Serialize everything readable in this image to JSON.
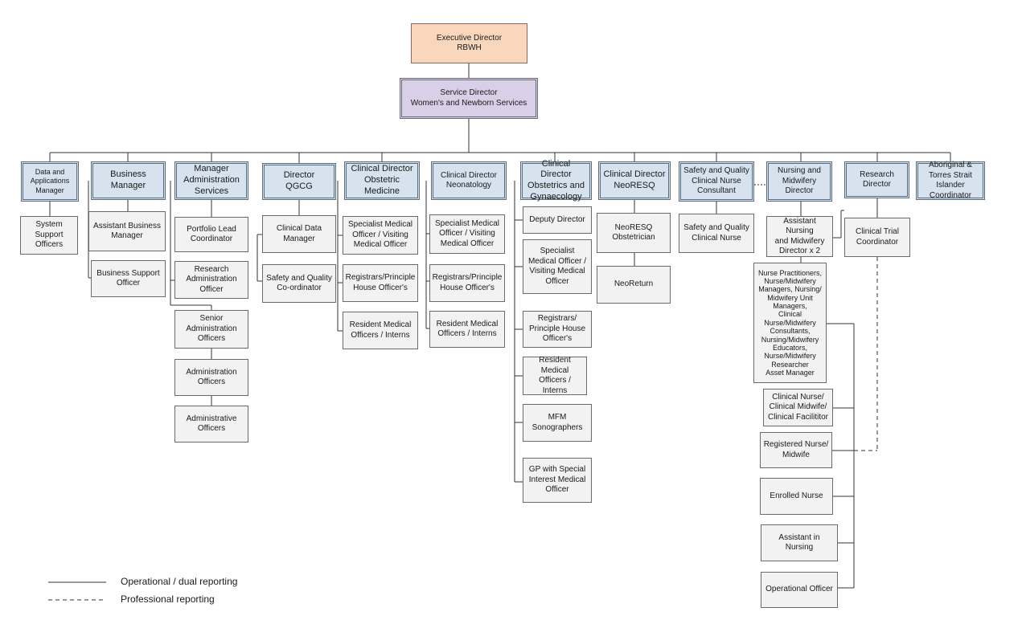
{
  "exec": "Executive Director\nRBWH",
  "service": "Service Director\nWomen's and Newborn Services",
  "heads": [
    "Data and\nApplications\nManager",
    "Business Manager",
    "Manager\nAdministration\nServices",
    "Director\nQGCG",
    "Clinical Director\nObstetric\nMedicine",
    "Clinical Director\nNeonatology",
    "Clinical Director\nObstetrics and\nGynaecology",
    "Clinical Director\nNeoRESQ",
    "Safety and Quality\nClinical Nurse\nConsultant",
    "Nursing and\nMidwifery\nDirector",
    "Research\nDirector",
    "Aboriginal &\nTorres Strait\nIslander\nCoordinator"
  ],
  "subs": {
    "data_apps": [
      "System\nSupport\nOfficers"
    ],
    "business": [
      "Assistant Business\nManager",
      "Business Support\nOfficer"
    ],
    "admin": [
      "Portfolio Lead\nCoordinator",
      "Research\nAdministration\nOfficer",
      "Senior\nAdministration\nOfficers",
      "Administration\nOfficers",
      "Administrative\nOfficers"
    ],
    "qgcg": [
      "Clinical Data\nManager",
      "Safety and Quality\nCo-ordinator"
    ],
    "obs_med": [
      "Specialist Medical\nOfficer / Visiting\nMedical Officer",
      "Registrars/Principle\nHouse Officer's",
      "Resident Medical\nOfficers / Interns"
    ],
    "neonat": [
      "Specialist Medical\nOfficer / Visiting\nMedical Officer",
      "Registrars/Principle\nHouse Officer's",
      "Resident Medical\nOfficers / Interns"
    ],
    "obs_gyn": [
      "Deputy Director",
      "Specialist\nMedical Officer /\nVisiting Medical\nOfficer",
      "Registrars/\nPrinciple House\nOfficer's",
      "Resident\nMedical\nOfficers / Interns",
      "MFM\nSonographers",
      "GP with Special\nInterest Medical\nOfficer"
    ],
    "neoresq": [
      "NeoRESQ\nObstetrician",
      "NeoReturn"
    ],
    "sq_cnc": [
      "Safety and Quality\nClinical Nurse"
    ],
    "nursing": [
      "Assistant Nursing\nand Midwifery\nDirector x 2",
      "Nurse Practitioners,\nNurse/Midwifery\nManagers, Nursing/\nMidwifery Unit\nManagers,\nClinical Nurse/Midwifery\nConsultants,\nNursing/Midwifery\nEducators,\nNurse/Midwifery\nResearcher\nAsset Manager",
      "Clinical Nurse/\nClinical Midwife/\nClinical Facilititor",
      "Registered Nurse/\nMidwife",
      "Enrolled Nurse",
      "Assistant in Nursing",
      "Operational Officer"
    ],
    "research": [
      "Clinical Trial\nCoordinator"
    ]
  },
  "legend": {
    "operational": "Operational / dual reporting",
    "professional": "Professional reporting"
  }
}
